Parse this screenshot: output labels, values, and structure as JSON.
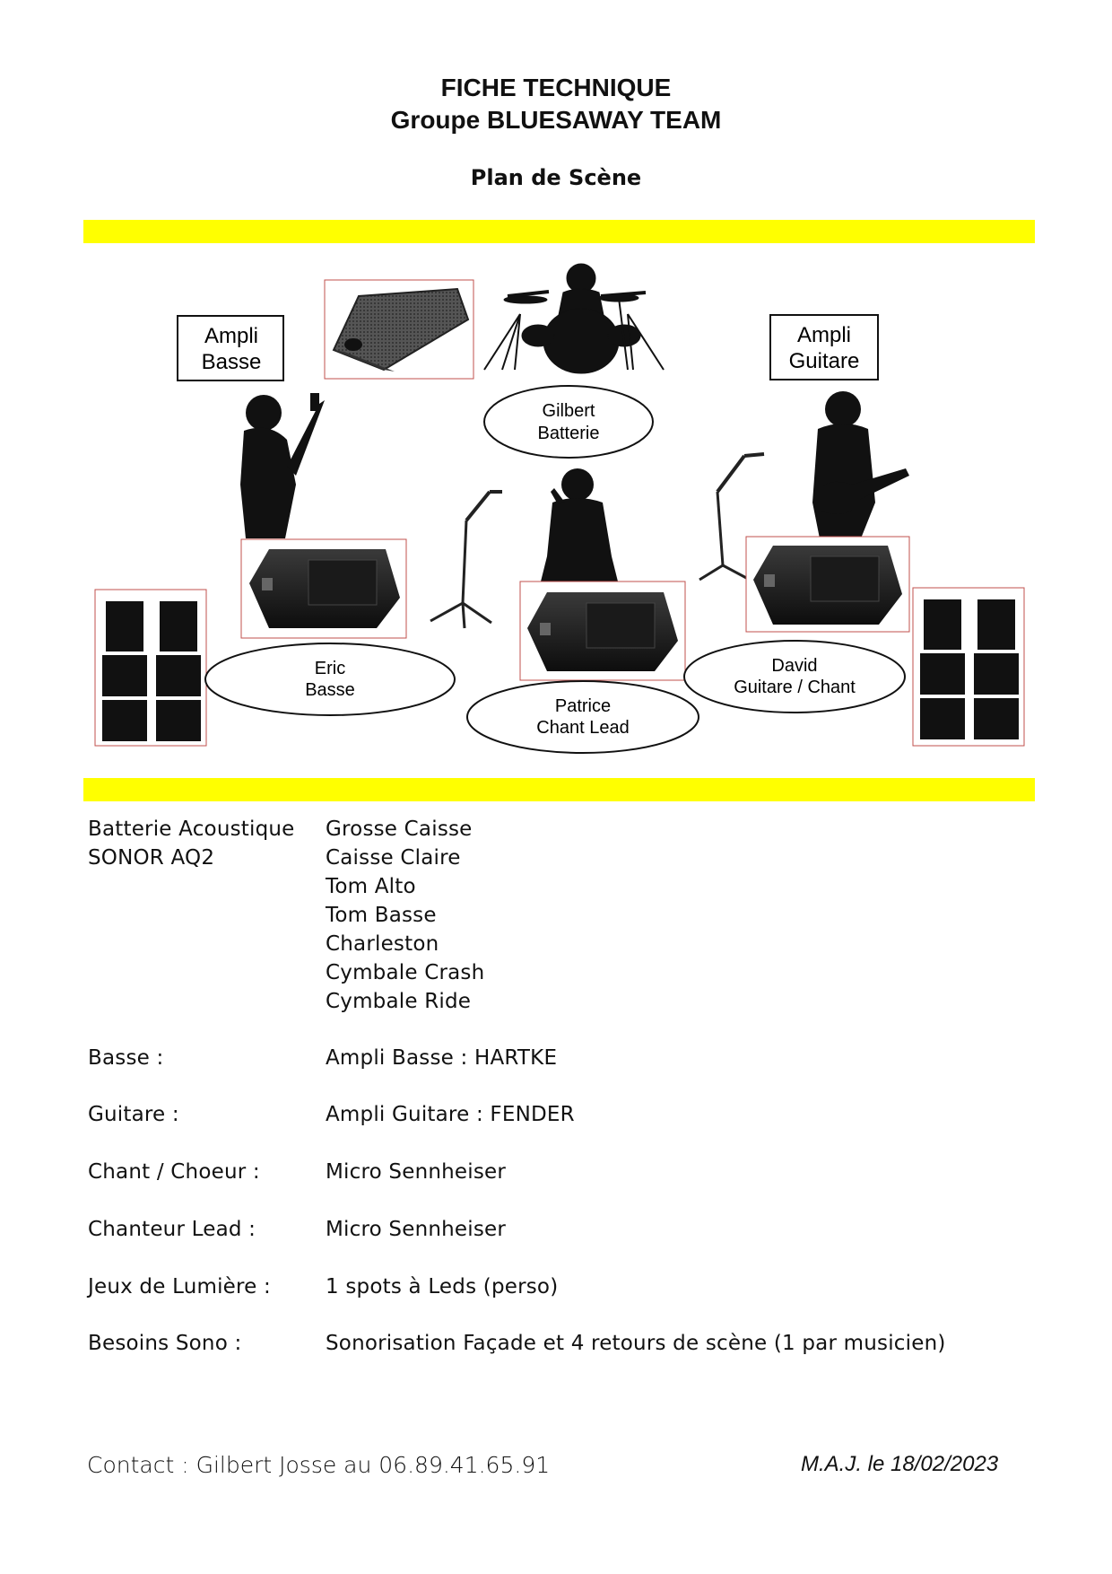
{
  "header": {
    "title_line1": "FICHE TECHNIQUE",
    "title_line2": "Groupe BLUESAWAY TEAM",
    "subtitle": "Plan de Scène"
  },
  "stage_plan": {
    "boxes": {
      "bass_amp": [
        "Ampli",
        "Basse"
      ],
      "guitar_amp": [
        "Ampli",
        "Guitare"
      ]
    },
    "musicians": {
      "drums": [
        "Gilbert",
        "Batterie"
      ],
      "bass": [
        "Eric",
        "Basse"
      ],
      "lead": [
        "Patrice",
        "Chant Lead"
      ],
      "guitar": [
        "David",
        "Guitare / Chant"
      ]
    }
  },
  "specs": {
    "drums": {
      "label_lines": [
        "Batterie Acoustique",
        "SONOR AQ2"
      ],
      "items": [
        "Grosse Caisse",
        "Caisse Claire",
        "Tom Alto",
        "Tom Basse",
        "Charleston",
        "Cymbale Crash",
        "Cymbale Ride"
      ]
    },
    "rows": [
      {
        "label": "Basse :",
        "value": "Ampli Basse : HARTKE"
      },
      {
        "label": "Guitare :",
        "value": "Ampli Guitare : FENDER"
      },
      {
        "label": "Chant / Choeur :",
        "value": "Micro Sennheiser"
      },
      {
        "label": "Chanteur Lead :",
        "value": "Micro Sennheiser"
      },
      {
        "label": "Jeux de Lumière :",
        "value": "1 spots à Leds (perso)"
      },
      {
        "label": "Besoins Sono :",
        "value": "Sonorisation Façade et 4 retours de scène (1 par musicien)"
      }
    ]
  },
  "footer": {
    "contact": "Contact : Gilbert Josse au 06.89.41.65.91",
    "updated": "M.A.J. le 18/02/2023"
  },
  "colors": {
    "highlight_bar": "#ffff00",
    "silhouette": "#111111",
    "image_frame": "#c0504d"
  }
}
